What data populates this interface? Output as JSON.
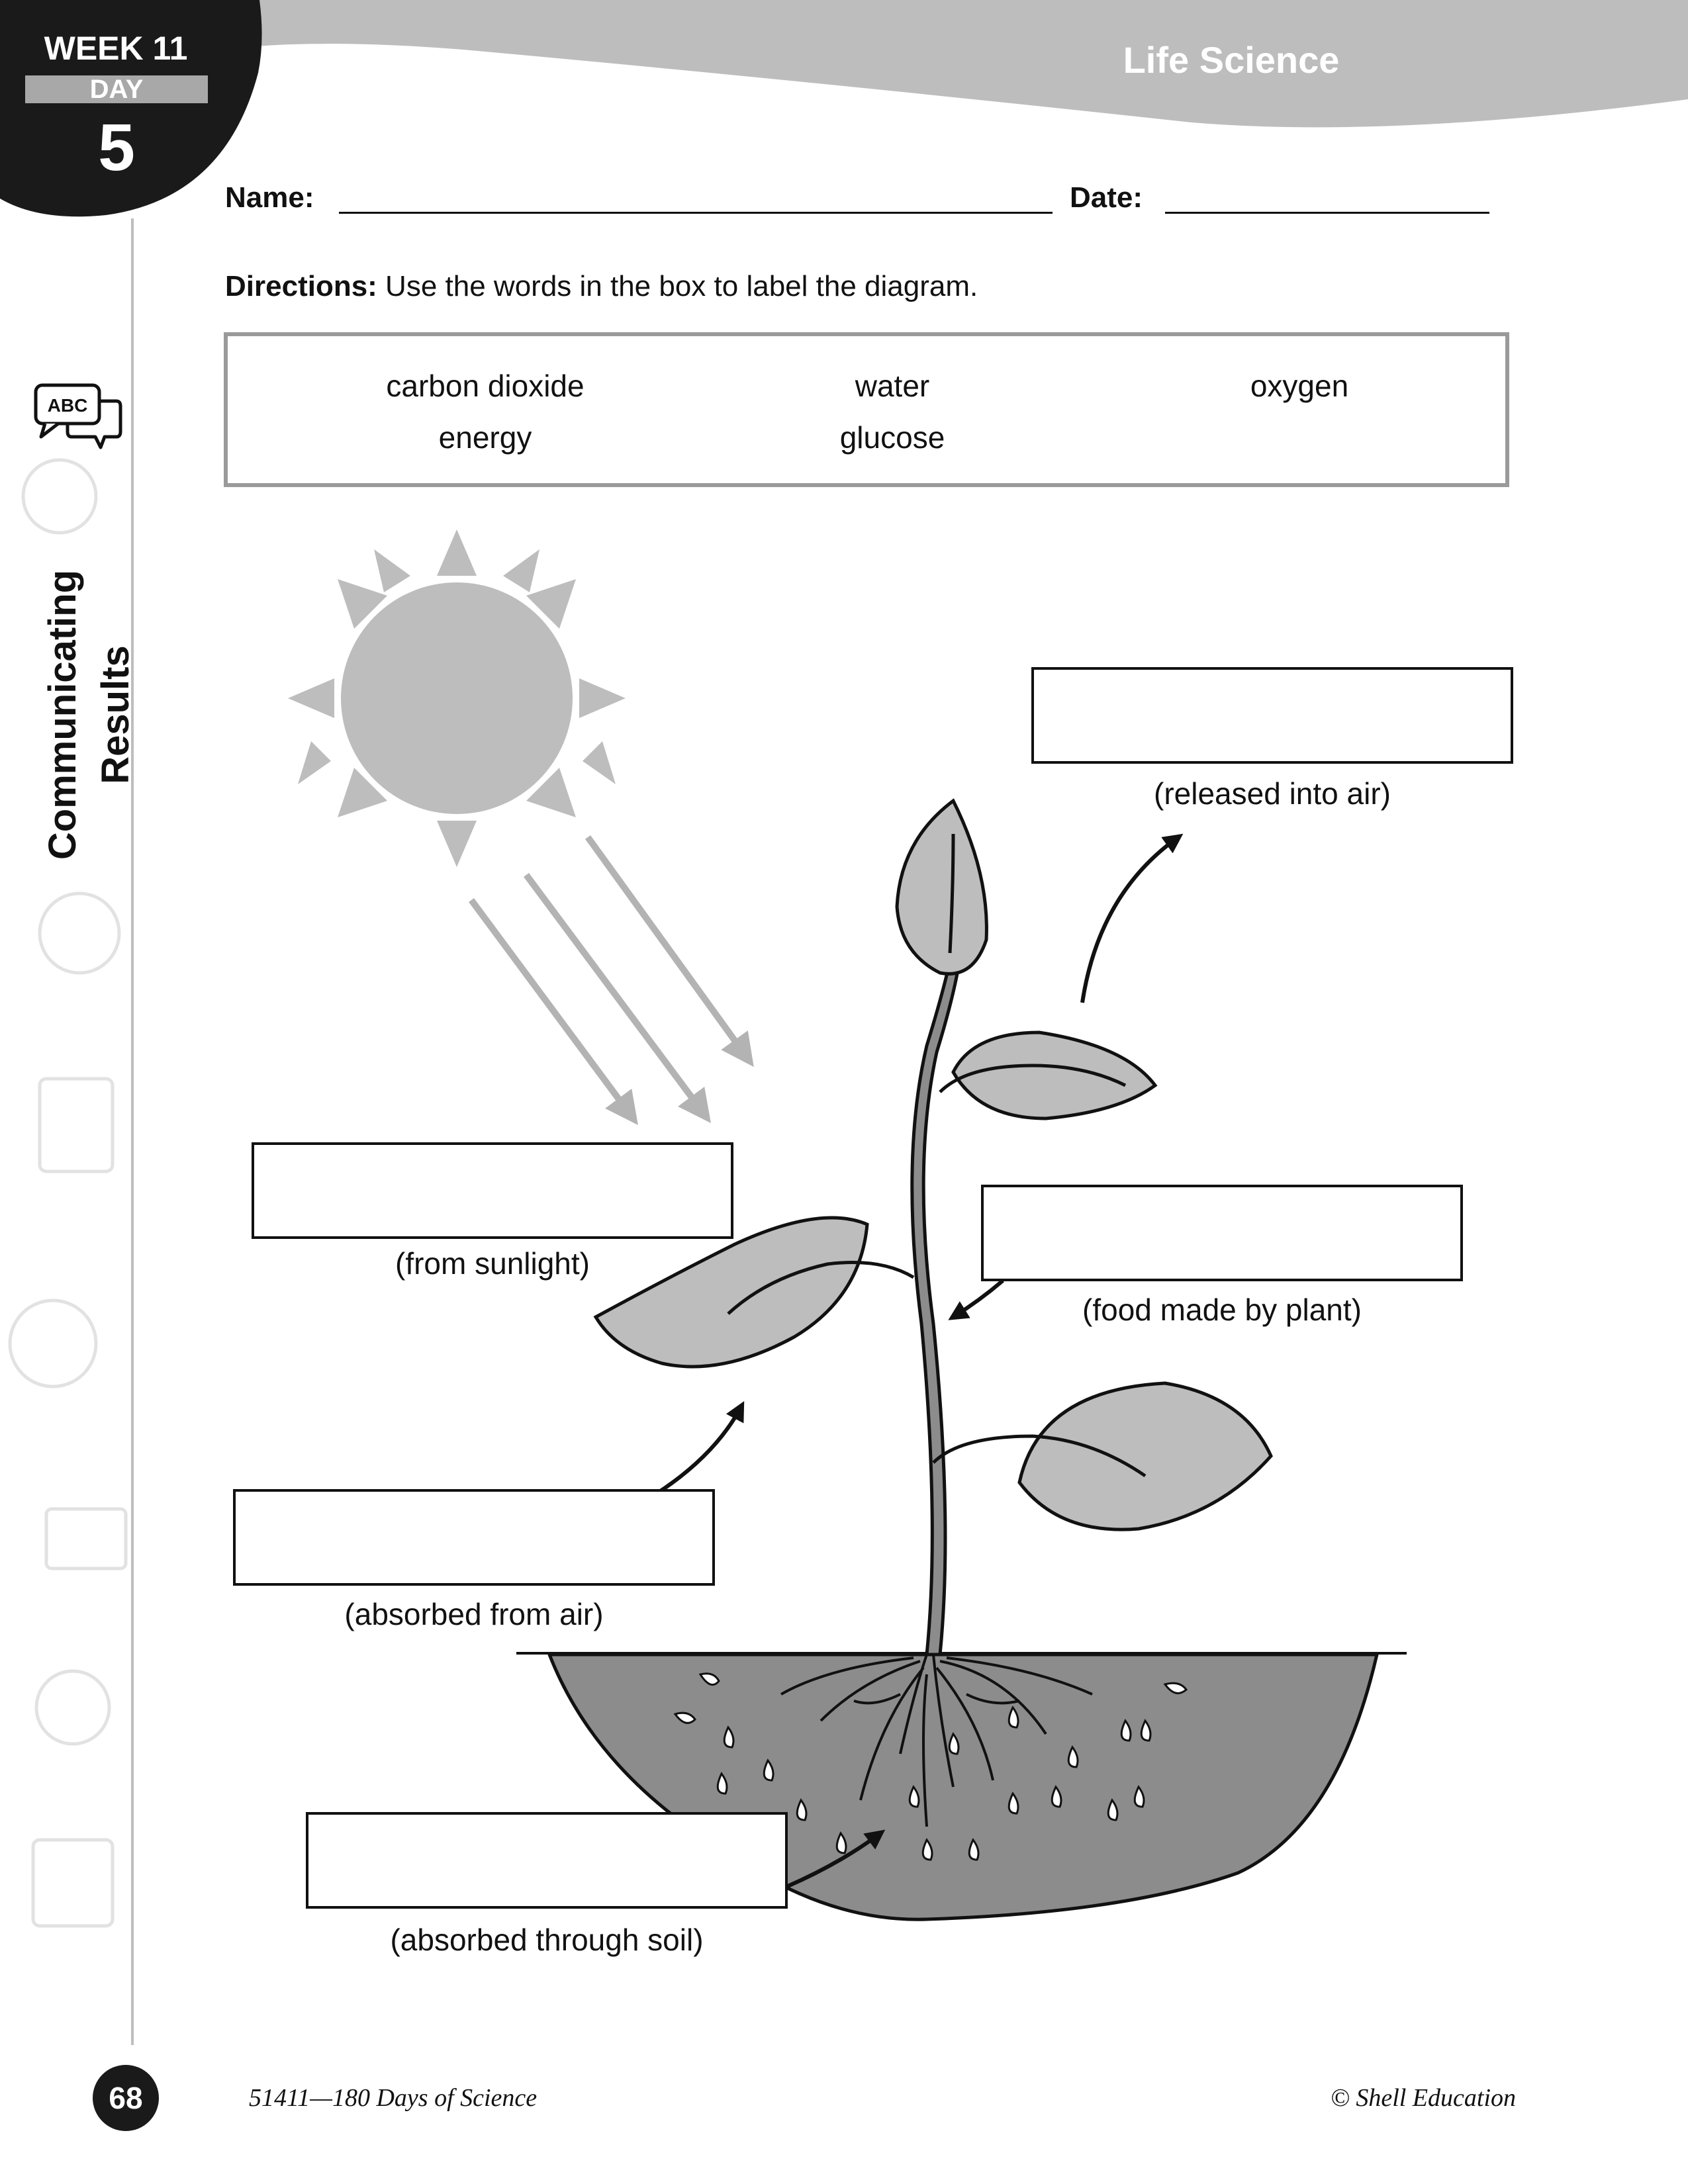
{
  "header": {
    "week_label": "WEEK 11",
    "day_label": "DAY",
    "day_number": "5",
    "subject": "Life Science"
  },
  "sidebar": {
    "skill": "Communicating Results",
    "icon_text": "ABC"
  },
  "form": {
    "name_label": "Name:",
    "date_label": "Date:"
  },
  "directions": {
    "bold": "Directions:",
    "text": " Use the words in the box to label the diagram."
  },
  "word_bank": [
    "carbon dioxide",
    "water",
    "oxygen",
    "energy",
    "glucose"
  ],
  "diagram": {
    "captions": {
      "released": "(released into air)",
      "sunlight": "(from sunlight)",
      "food": "(food made by plant)",
      "air": "(absorbed from air)",
      "soil": "(absorbed through soil)"
    }
  },
  "footer": {
    "page_number": "68",
    "left": "51411—180 Days of Science",
    "right": "© Shell Education"
  }
}
